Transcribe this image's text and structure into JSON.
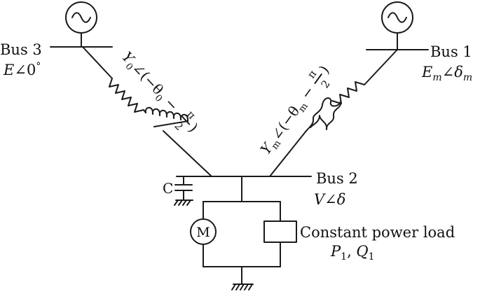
{
  "buses": {
    "bus1": {
      "name": "Bus 1",
      "voltage_base": "E",
      "voltage_sub": "m",
      "angle_base": "δ",
      "angle_sub": "m"
    },
    "bus2": {
      "name": "Bus 2",
      "voltage": "V",
      "angle": "δ"
    },
    "bus3": {
      "name": "Bus 3",
      "voltage": "E",
      "angle": "0",
      "degree": "°"
    }
  },
  "lines": {
    "left": {
      "admittance": "Y",
      "admittance_sub": "0",
      "angle_open": "∠(−θ",
      "angle_sub": "0",
      "minus": " −",
      "pi": "π",
      "denom": "2",
      "close": ")"
    },
    "right": {
      "admittance": "Y",
      "admittance_sub": "m",
      "angle_open": "∠(−θ",
      "angle_sub": "m",
      "minus": " −",
      "pi": "π",
      "denom": "2",
      "close": ")"
    }
  },
  "capacitor": {
    "label": "C"
  },
  "motor": {
    "label": "M"
  },
  "load": {
    "label": "Constant power load",
    "p": "P",
    "p_sub": "1",
    "sep": ", ",
    "q": "Q",
    "q_sub": "1"
  }
}
